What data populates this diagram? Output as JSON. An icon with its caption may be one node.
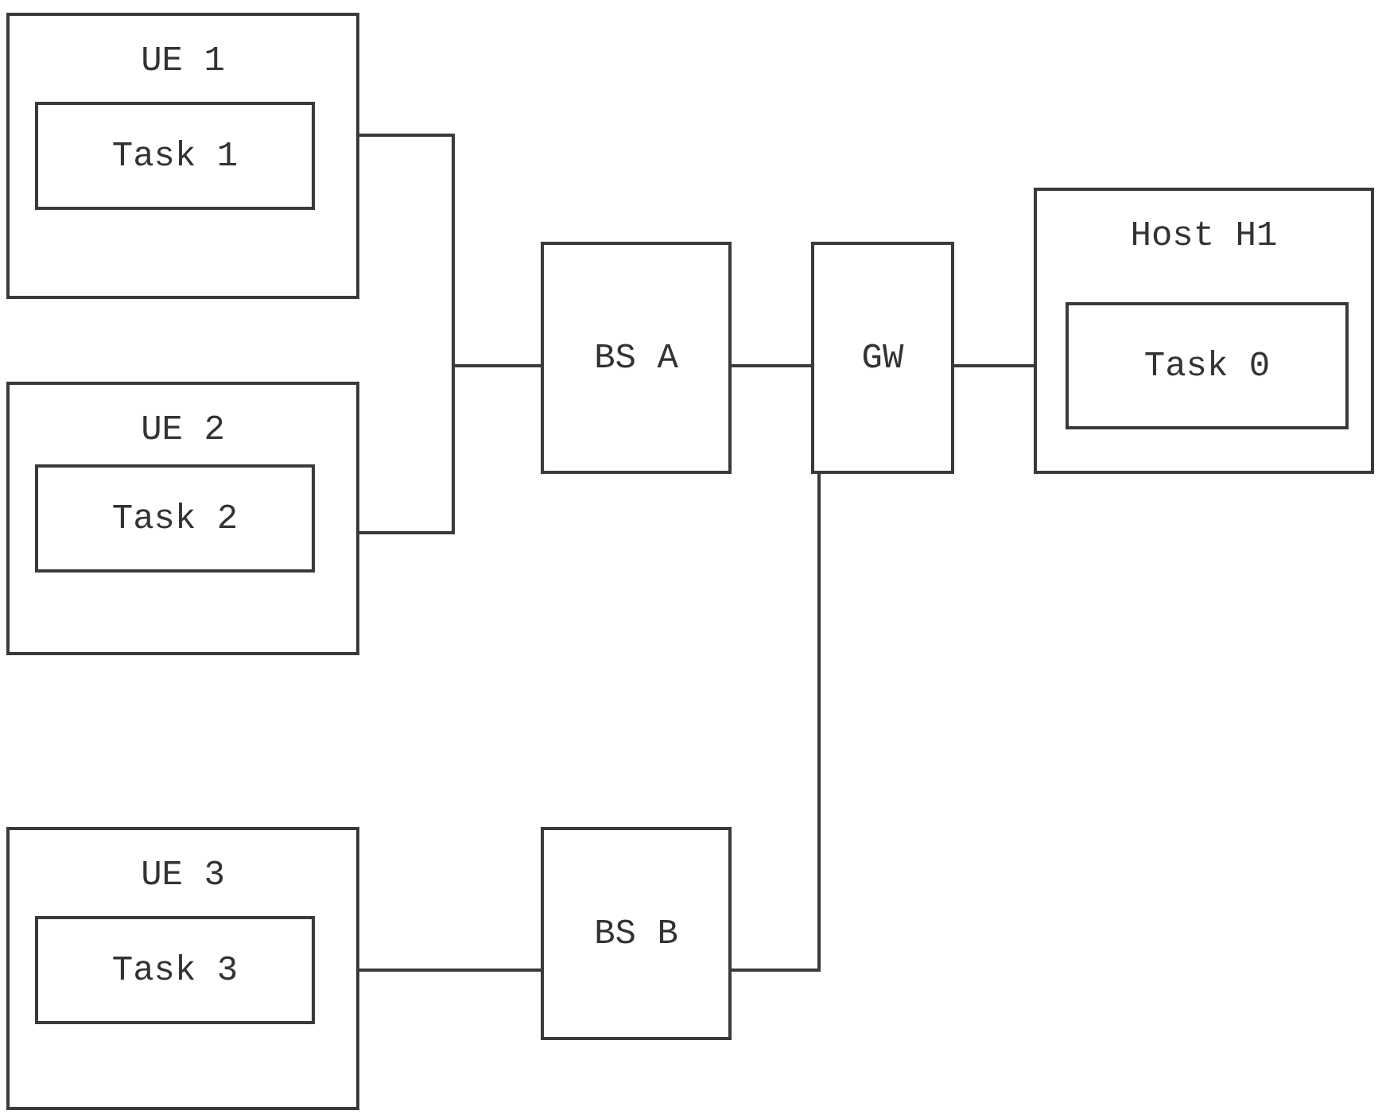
{
  "diagram": {
    "nodes": [
      {
        "text": [
          "UE 1"
        ]
      },
      {
        "text": [
          "Task 1"
        ],
        "in": 0
      },
      {
        "text": [
          "UE 2"
        ]
      },
      {
        "text": [
          "Task 2"
        ],
        "in": 2
      },
      {
        "text": [
          "UE 3"
        ]
      },
      {
        "text": [
          "Task 3"
        ],
        "in": 4
      },
      {
        "text": [
          "BS A"
        ]
      },
      {
        "text": [
          "GW"
        ]
      },
      {
        "text": [
          "Host H1"
        ]
      },
      {
        "text": [
          "Task 0"
        ],
        "in": 8
      },
      {
        "text": [
          "BS B"
        ]
      }
    ],
    "edges": [
      {
        "from": 0,
        "to": 6,
        "arrow": "none"
      },
      {
        "from": 2,
        "to": 6,
        "arrow": "none"
      },
      {
        "from": 6,
        "to": 7,
        "arrow": "none"
      },
      {
        "from": 7,
        "to": 8,
        "arrow": "none"
      },
      {
        "from": 4,
        "to": 10,
        "arrow": "none"
      },
      {
        "from": 10,
        "to": 7,
        "arrow": "none"
      }
    ]
  }
}
